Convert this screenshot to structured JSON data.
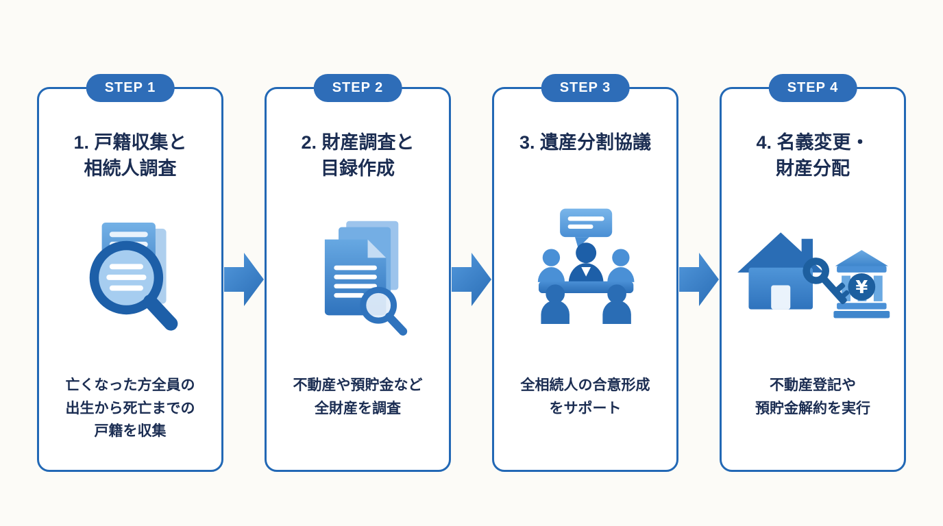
{
  "colors": {
    "background": "#fcfbf7",
    "card_border": "#2268b5",
    "badge_background": "#2e6db8",
    "badge_text": "#ffffff",
    "title_text": "#1b2d52",
    "description_text": "#1b2d52",
    "arrow": "#3c85cc",
    "icon_dark_blue": "#1d5fa8",
    "icon_mid_blue": "#3f86cc",
    "icon_light_blue": "#9dc4ec"
  },
  "steps": [
    {
      "badge": "STEP 1",
      "title": "1. 戸籍収集と\n相続人調査",
      "description": "亡くなった方全員の\n出生から死亡までの\n戸籍を収集",
      "icon": "magnifier-over-documents-icon"
    },
    {
      "badge": "STEP 2",
      "title": "2. 財産調査と\n目録作成",
      "description": "不動産や預貯金など\n全財産を調査",
      "icon": "documents-with-magnifier-icon"
    },
    {
      "badge": "STEP 3",
      "title": "3. 遺産分割協議",
      "description": "全相続人の合意形成\nをサポート",
      "icon": "meeting-discussion-icon"
    },
    {
      "badge": "STEP 4",
      "title": "4. 名義変更・\n財産分配",
      "description": "不動産登記や\n預貯金解約を実行",
      "icon": "house-key-bank-icon"
    }
  ]
}
